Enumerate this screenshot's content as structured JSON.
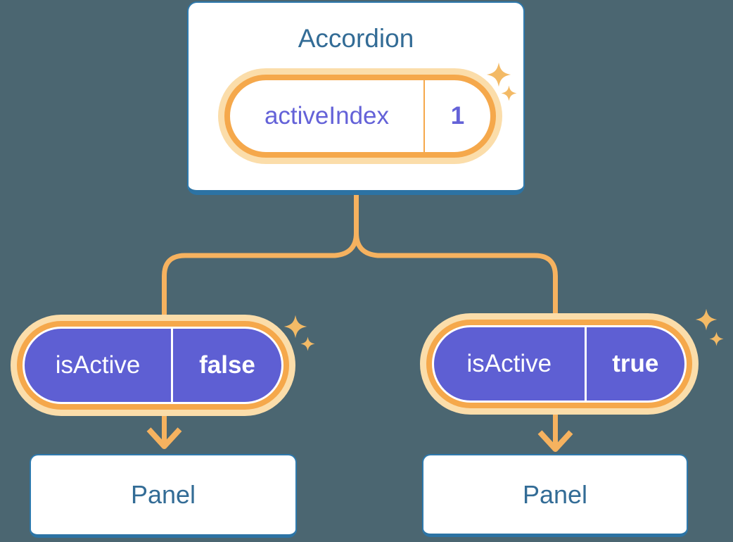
{
  "diagram": {
    "accordion": {
      "title": "Accordion",
      "state": {
        "label": "activeIndex",
        "value": "1"
      }
    },
    "children": [
      {
        "prop": {
          "label": "isActive",
          "value": "false"
        },
        "panel_title": "Panel"
      },
      {
        "prop": {
          "label": "isActive",
          "value": "true"
        },
        "panel_title": "Panel"
      }
    ]
  },
  "icons": {
    "sparkle": "four-point-star",
    "arrowhead": "down-chevron"
  },
  "colors": {
    "background": "#4B6671",
    "card_background": "#FFFFFF",
    "card_border_blue": "#2E79AD",
    "card_border_bottom_blue": "#2C73A4",
    "heading_text_blue": "#336C96",
    "connector_orange": "#F6B25F",
    "pill_border_orange": "#F5A84B",
    "pill_glow_orange": "#FBDDAA",
    "sparkle_orange": "#F3BA66",
    "prop_pill_purple": "#5E5FD3",
    "prop_pill_text": "#FFFFFF",
    "state_text_purple": "#6462D8"
  }
}
